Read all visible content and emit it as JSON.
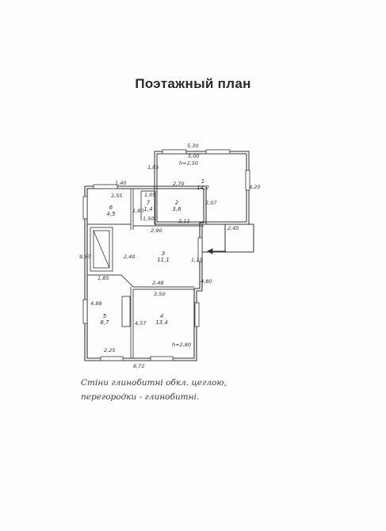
{
  "title": "Поэтажный план",
  "rooms": [
    {
      "number": "1",
      "area": "14,2"
    },
    {
      "number": "2",
      "area": "3,6"
    },
    {
      "number": "3",
      "area": "11,1"
    },
    {
      "number": "4",
      "area": "13,4"
    },
    {
      "number": "5",
      "area": "8,7"
    },
    {
      "number": "6",
      "area": "4,5"
    },
    {
      "number": "7",
      "area": "1,4"
    }
  ],
  "heights": {
    "annex": "h=2,50",
    "house": "h=2,80"
  },
  "dimensions": {
    "annex_top_outer": "5,30",
    "annex_top_inner": "5,00",
    "annex_left": "1,85",
    "annex_right": "4,20",
    "annex_bottom": "2,45",
    "house_top_left": "1,40",
    "room6_width": "2,55",
    "corridor_top": "2,70",
    "small_top": "1,05",
    "room2_right": "2,07",
    "room6_height": "1,80",
    "room7_height": "1,50",
    "room2_bottom": "2,12",
    "corridor_width": "2,90",
    "house_left": "9,67",
    "room3_mid": "2,40",
    "room3_right": "1,15",
    "left_upper": "1,85",
    "room3_bottom": "2,48",
    "room4_top": "3,50",
    "room5_left": "4,88",
    "room4_left": "4,57",
    "right_lower": "4,80",
    "room5_bottom": "2,25",
    "house_bottom": "6,72"
  },
  "note_lines": [
    "Стіни глинобитні обкл. цеглою,",
    "перегородки - глинобитні."
  ]
}
